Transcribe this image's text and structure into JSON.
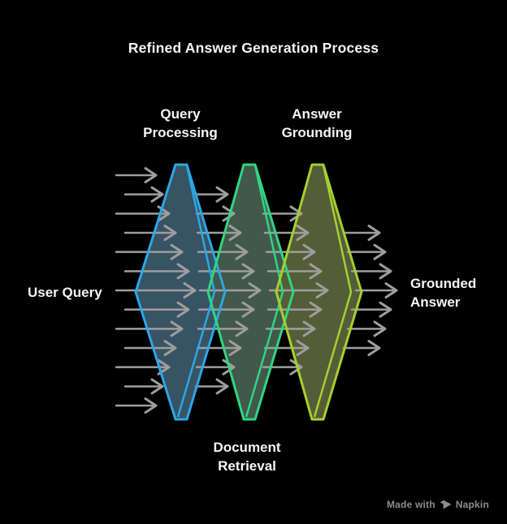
{
  "title": "Refined Answer Generation Process",
  "input_label": "User Query",
  "output_label": "Grounded Answer",
  "stages": [
    {
      "label": "Query Processing",
      "stroke_color": "#2ba7e8",
      "fill_color": "#385363"
    },
    {
      "label": "Document Retrieval",
      "stroke_color": "#30d584",
      "fill_color": "#41584a"
    },
    {
      "label": "Answer Grounding",
      "stroke_color": "#a6cf2f",
      "fill_color": "#545d37"
    }
  ],
  "colors": {
    "background": "#000000",
    "arrow": "#9e9e9e",
    "text": "#f5f5f5",
    "watermark": "#8c8c8c"
  },
  "watermark": {
    "prefix": "Made with",
    "brand": "Napkin"
  }
}
